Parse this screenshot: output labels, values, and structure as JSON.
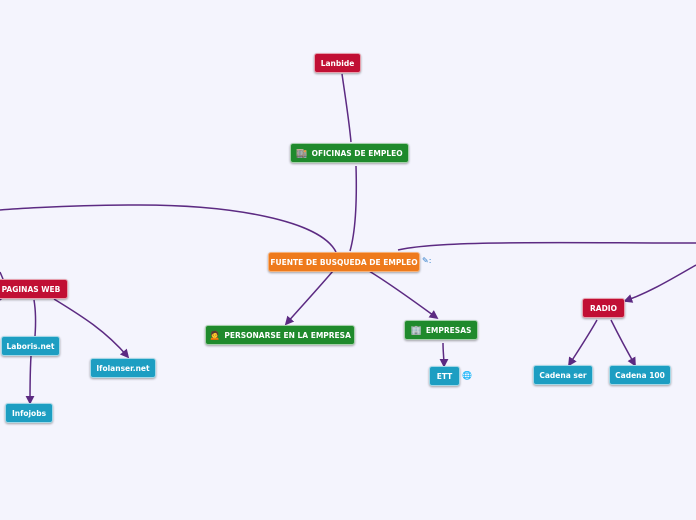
{
  "map": {
    "center": {
      "label": "FUENTE DE BUSQUEDA DE EMPLEO",
      "note_icon": "✎:"
    },
    "lanbide": {
      "label": "Lanbide"
    },
    "oficinas": {
      "label": "OFICINAS DE EMPLEO",
      "icon": "🏬"
    },
    "paginas": {
      "label": "PAGINAS WEB"
    },
    "laboris": {
      "label": "Laboris.net"
    },
    "infojobs": {
      "label": "Infojobs"
    },
    "ifolanser": {
      "label": "Ifolanser.net"
    },
    "personarse": {
      "label": "PERSONARSE EN LA EMPRESA",
      "icon": "🙍"
    },
    "empresas": {
      "label": "EMPRESAS",
      "icon": "🏢"
    },
    "ett": {
      "label": "ETT",
      "link_icon": "🌐"
    },
    "radio": {
      "label": "RADIO"
    },
    "cadena_ser": {
      "label": "Cadena ser"
    },
    "cadena_100": {
      "label": "Cadena 100"
    }
  },
  "colors": {
    "connector": "#5c2a82",
    "red": "#c10f34",
    "green": "#1f8a2c",
    "orange": "#ee7a1c",
    "blue": "#1d9ec2",
    "background": "#f4f4fd"
  }
}
